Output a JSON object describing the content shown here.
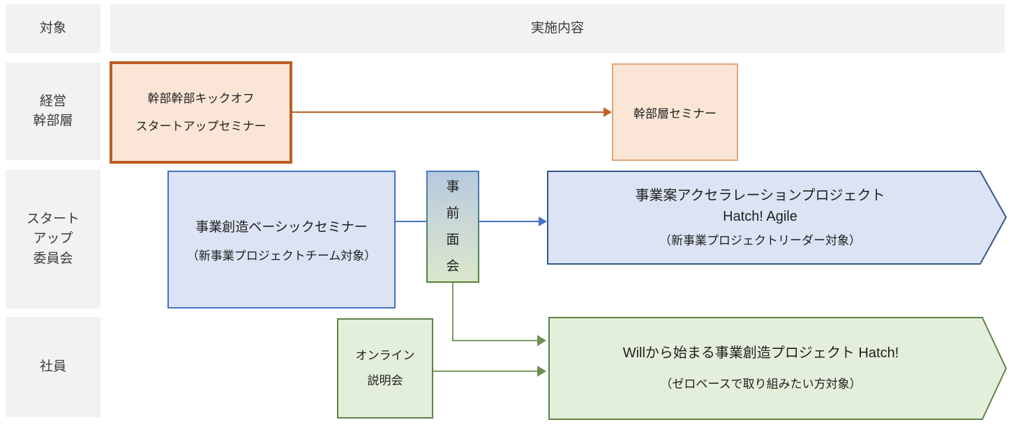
{
  "header": {
    "target": "対象",
    "content": "実施内容"
  },
  "row_labels": {
    "executives": "経営\n幹部層",
    "startup_committee": "スタート\nアップ\n委員会",
    "employees": "社員"
  },
  "boxes": {
    "kickoff_seminar": {
      "text": "幹部幹部キックオフ\nスタートアップセミナー"
    },
    "executive_seminar": {
      "text": "幹部層セミナー"
    },
    "basic_seminar": {
      "title": "事業創造ベーシックセミナー",
      "note": "（新事業プロジェクトチーム対象）"
    },
    "pre_interview": {
      "text": "事\n前\n面\n会"
    },
    "acceleration_project": {
      "title": "事業案アクセラレーションプロジェクト",
      "subtitle": "Hatch! Agile",
      "note": "（新事業プロジェクトリーダー対象）"
    },
    "online_briefing": {
      "text": "オンライン\n説明会"
    },
    "hatch_project": {
      "title": "Willから始まる事業創造プロジェクト Hatch!",
      "note": "（ゼロベースで取り組みたい方対象）"
    }
  },
  "colors": {
    "row_label_bg": "#F2F2F2",
    "orange_fill": "#FBE5D6",
    "orange_border_thick": "#BF5B21",
    "orange_border_thin": "#E2A577",
    "orange_connector": "#C0622B",
    "blue_fill": "#DBE3F4",
    "blue_border": "#4472C4",
    "blue_arrow_outline": "#35568D",
    "green_fill": "#E4EFDB",
    "green_border": "#5E8244",
    "green_connector": "#7C9C63",
    "gradient_top": "#B7CADE",
    "gradient_bottom": "#DAE7CC"
  }
}
